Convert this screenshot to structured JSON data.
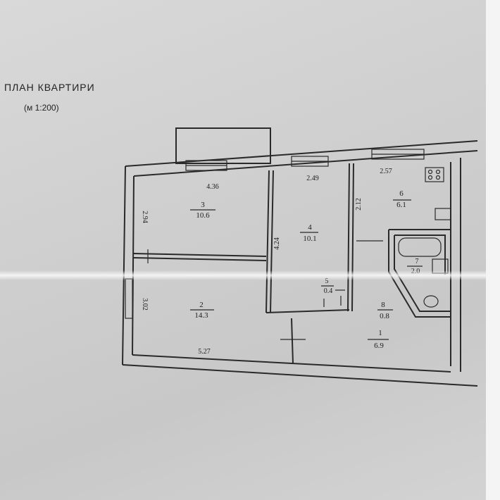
{
  "plan": {
    "title": "ПЛАН КВАРТИРИ",
    "scale": "(м 1:200)",
    "rooms": [
      {
        "number": "3",
        "area": "10.6"
      },
      {
        "number": "4",
        "area": "10.1"
      },
      {
        "number": "6",
        "area": "6.1"
      },
      {
        "number": "2",
        "area": "14.3"
      },
      {
        "number": "5",
        "area": "0.4"
      },
      {
        "number": "7",
        "area": "2.0"
      },
      {
        "number": "8",
        "area": "0.8"
      },
      {
        "number": "1",
        "area": "6.9"
      }
    ],
    "dimensions": {
      "d1": "4.36",
      "d2": "2.49",
      "d3": "2.57",
      "d4": "2.94",
      "d5": "4.24",
      "d6": "2.12",
      "d7": "3.02",
      "d8": "5.27"
    }
  }
}
